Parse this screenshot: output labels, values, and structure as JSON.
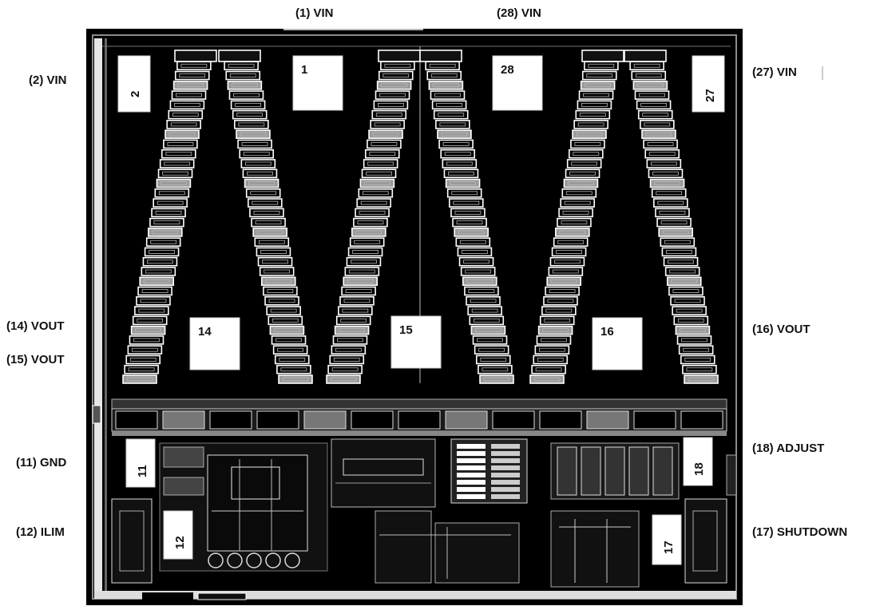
{
  "labels": {
    "vin_1": "(1) VIN",
    "vin_28": "(28) VIN",
    "vin_2": "(2) VIN",
    "vin_27": "(27) VIN",
    "vout_14": "(14) VOUT",
    "vout_15": "(15) VOUT",
    "vout_16": "(16) VOUT",
    "gnd_11": "(11) GND",
    "adjust_18": "(18) ADJUST",
    "ilim_12": "(12) ILIM",
    "shutdown_17": "(17) SHUTDOWN"
  },
  "pads": {
    "p1": "1",
    "p28": "28",
    "p2": "2",
    "p27": "27",
    "p14": "14",
    "p15": "15",
    "p16": "16",
    "p11": "11",
    "p18": "18",
    "p12": "12",
    "p17": "17"
  },
  "colors": {
    "die": "#000000",
    "metal_white": "#ffffff",
    "metal_gray": "#9a9a9a",
    "border_gray": "#8c8c8c"
  }
}
